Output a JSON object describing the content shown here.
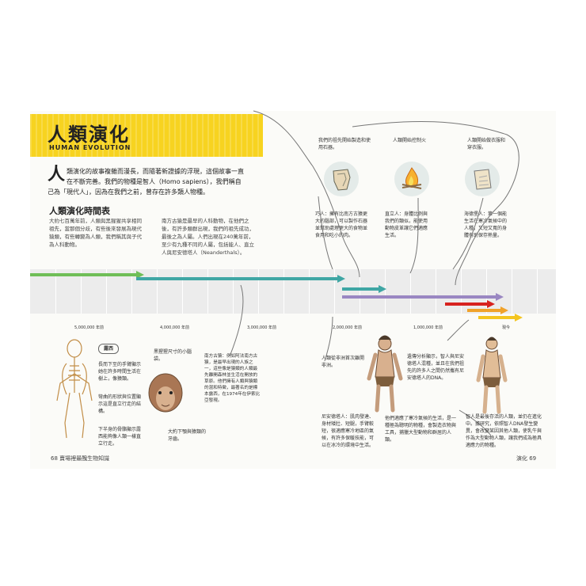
{
  "title": "人類演化",
  "subtitle": "HUMAN EVOLUTION",
  "intro": {
    "dropcap": "人",
    "text": "類演化的故事複雜而漫長，而隨著新證據的浮現，這個故事一直在不斷完善。我們的物種是智人（Homo sapiens），我們稱自己為「現代人」，因為在我們之前，曾存在許多類人物種。"
  },
  "section_title": "人類演化時間表",
  "para1": "大約七百萬年前，人類與黑猩猩共享相同祖先，當那個分歧，有些後來發展為現代猿類，有些轉變為人類，我們稱其與子代為人科動物。",
  "para2": "南方古猿是最早的人科動物，在他們之後，有許多類群出現，我們的祖先成功，最後之為人屬。人們出現在240萬年前，至少有九種不同的人屬，包括能人、直立人與尼安德塔人（Neanderthals）。",
  "top_notes": [
    "我們的祖先開始製造和使用石器。",
    "人類開始控制火",
    "人類開始做衣服和穿衣服。"
  ],
  "mid_notes": [
    "巧人：擁有比南方古猿更大的腦部，可以製作石器並幫助處理更大的食物並食用和吃小的肉。",
    "直立人：身體比例與我們的類似，能使用動物皮革讓它們適應生活。",
    "海德堡人：第一個能生活在寒冷氣候中的人種，又短又寬的身體有助保存熱量。"
  ],
  "timeline_labels": [
    "5,000,000 年前",
    "4,000,000 年前",
    "3,000,000 年前",
    "2,000,000 年前",
    "1,000,000 年前",
    "現今"
  ],
  "bottom_labels": {
    "lucy": "露西",
    "lucy_note1": "長而下至的手臂顯示她在許多時間生活在樹上，像猿類。",
    "lucy_note2": "彎曲的形狀與位置顯示這是直立行走的結構。",
    "lucy_note3": "下半身的骨骼顯示露西能夠像人類一樣直立行走。",
    "skull_note1": "黑猩猩尺寸的小腦袋。",
    "skull_note2": "大約下顎與猿類的牙齒。",
    "australopith": "南方古猿：例如阿法南方古猿，是最早出現的人族之一，這些像是猿類的人類最先離開森林並生活在開放的草原。他們擁有人類與猿類的混和特徵，最著名的是標本露西，在1974年在伊索比亞發現。",
    "neanderthal": "人類從非洲首次離開非洲。",
    "neanderthal_body": "尼安德塔人：肌肉發達、身材矮壯、短腿，手臂較短，很適應寒冷地區的氣候，有許多保暖技能，可以在冰冷的環境中生活。",
    "dna_note": "遺傳分析顯示，智人與尼安德塔人混種，並且在我們祖先的許多人之間仍然攜有尼安德塔人的DNA。",
    "dna_body": "他們適應了寒冷氣候的生活，是一種極為聰明的物種，會製造衣物與工具，捕獵大型動物和群居的人類。",
    "sapiens": "智人是最後存活的人類，並仍在進化中。據研究，依照智人DNA發生變異，會改變某因其他人類，使乳牛與作為大型動物人類，讓我們成為極具適應力的物種。"
  },
  "footer_left": "68  賣場裡最醜生物知識",
  "footer_right": "演化  69",
  "colors": {
    "banner": "#f7d320",
    "green": "#6fbe57",
    "teal": "#3fa6a4",
    "purple": "#9a87c2",
    "red": "#d7231f",
    "orange": "#f0a22a",
    "yellow": "#f4c520"
  }
}
